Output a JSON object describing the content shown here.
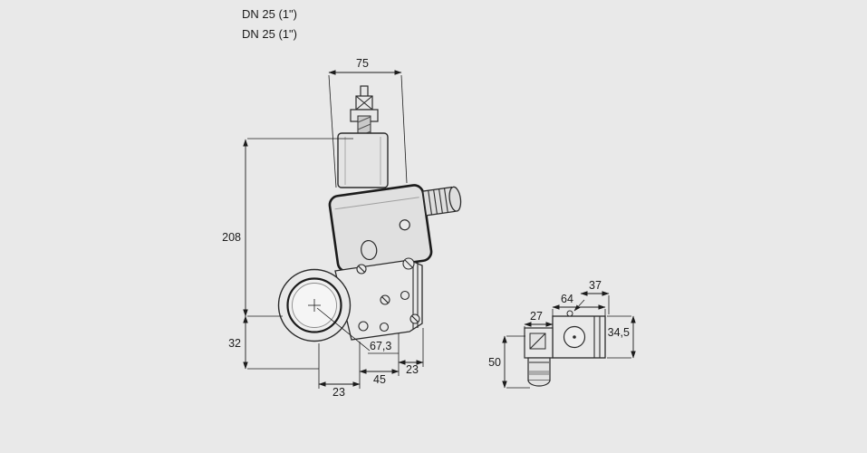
{
  "canvas": {
    "background": "#e9e9e9",
    "line_color": "#1c1c1c"
  },
  "labels": {
    "dn_line1": "DN 25 (1\")",
    "dn_line2": "DN 25 (1\")"
  },
  "dimensions": {
    "front_view": {
      "top_width": "75",
      "total_height": "208",
      "axis_height": "32",
      "bottom_left": "23",
      "bottom_center": "45",
      "bottom_right": "23",
      "diagonal": "67,3"
    },
    "side_view": {
      "left_width": "27",
      "body_width": "64",
      "top_width": "37",
      "body_height": "34,5",
      "coil_height": "50"
    }
  }
}
